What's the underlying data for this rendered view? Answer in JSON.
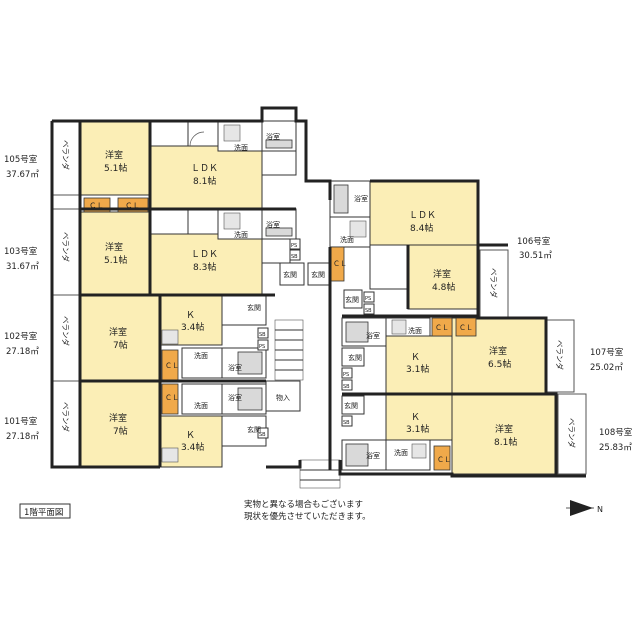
{
  "plan_label": "1階平面図",
  "note_lines": [
    "実物と異なる場合もございます",
    "現状を優先させていただきます。"
  ],
  "compass_letter": "N",
  "compass_icon": "north-arrow-icon",
  "units": [
    {
      "id": "105",
      "label": "105号室",
      "area": "37.67㎡"
    },
    {
      "id": "103",
      "label": "103号室",
      "area": "31.67㎡"
    },
    {
      "id": "102",
      "label": "102号室",
      "area": "27.18㎡"
    },
    {
      "id": "101",
      "label": "101号室",
      "area": "27.18㎡"
    },
    {
      "id": "106",
      "label": "106号室",
      "area": "30.51㎡"
    },
    {
      "id": "107",
      "label": "107号室",
      "area": "25.02㎡"
    },
    {
      "id": "108",
      "label": "108号室",
      "area": "25.83㎡"
    }
  ],
  "rooms": {
    "western": "洋室",
    "ldk": "ＬＤＫ",
    "kitchen": "Ｋ",
    "bath": "浴室",
    "washroom": "洗面",
    "entrance": "玄関",
    "storage": "物入",
    "closet": "ＣＬ",
    "veranda": "ベランダ",
    "sb": "SB",
    "ps": "PS"
  },
  "sizes": {
    "r105_western": "5.1帖",
    "r105_ldk": "8.1帖",
    "r103_western": "5.1帖",
    "r103_ldk": "8.3帖",
    "r102_western": "7帖",
    "r102_k": "3.4帖",
    "r101_western": "7帖",
    "r101_k": "3.4帖",
    "r106_ldk": "8.4帖",
    "r106_western": "4.8帖",
    "r107_western": "6.5帖",
    "r107_k": "3.1帖",
    "r108_western": "8.1帖",
    "r108_k": "3.1帖"
  }
}
